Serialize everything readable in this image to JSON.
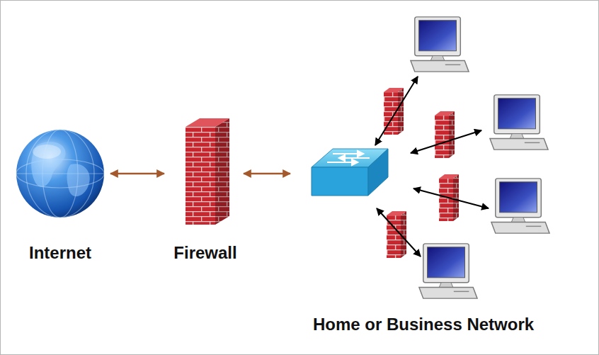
{
  "diagram": {
    "nodes": [
      {
        "text": [
          "Internet"
        ]
      },
      {
        "text": [
          "Firewall"
        ]
      }
    ],
    "edges": [
      {
        "from": 0,
        "to": 1,
        "arrow": "both"
      }
    ],
    "labels": [
      "Home or Business Network"
    ]
  }
}
